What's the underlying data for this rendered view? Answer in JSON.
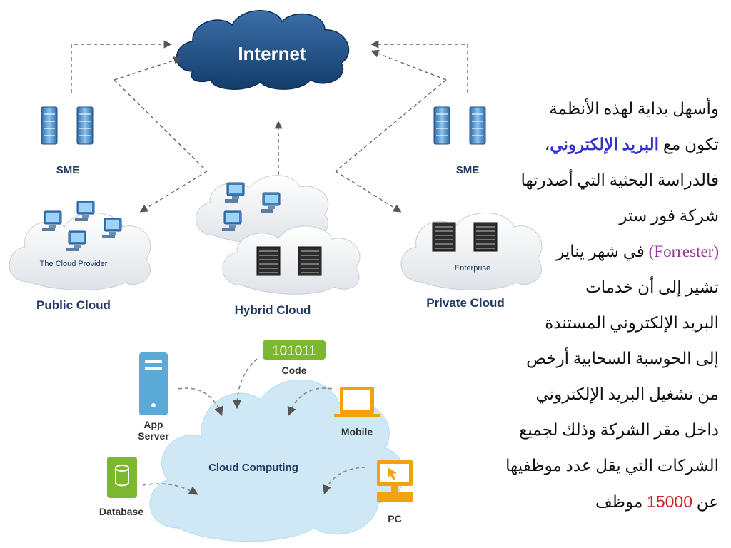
{
  "diagram": {
    "internet_label": "Internet",
    "sme_left_label": "SME",
    "sme_right_label": "SME",
    "cloud_provider_label": "The Cloud Provider",
    "enterprise_label": "Enterprise",
    "public_cloud_label": "Public Cloud",
    "hybrid_cloud_label": "Hybrid Cloud",
    "private_cloud_label": "Private Cloud",
    "code_box_text": "101011",
    "code_label": "Code",
    "app_server_label_1": "App",
    "app_server_label_2": "Server",
    "mobile_label": "Mobile",
    "database_label": "Database",
    "pc_label": "PC",
    "cloud_computing_label": "Cloud Computing",
    "colors": {
      "internet_cloud": "#1d4f86",
      "label_navy": "#1f3864",
      "code_green": "#7cb82f",
      "mobile_orange": "#f2a20c",
      "app_server_blue": "#5aa9d6",
      "big_cloud": "#cfe8f5"
    }
  },
  "text": {
    "line1": "وأسهل بداية لهذه الأنظمة",
    "line2_pre": "تكون مع ",
    "line2_em": "البريد الإلكتروني",
    "line2_post": "،",
    "line3": "فالدراسة البحثية التي أصدرتها",
    "line4": "شركة فور ستر",
    "line5_em": "(Forrester)",
    "line5_post": " في شهر يناير",
    "line6": "تشير إلى أن خدمات",
    "line7": "البريد الإلكتروني المستندة",
    "line8": "إلى الحوسبة السحابية أرخص",
    "line9": "من تشغيل البريد الإلكتروني",
    "line10": "داخل مقر الشركة وذلك لجميع",
    "line11": "الشركات التي يقل عدد موظفيها",
    "line12_pre": "عن ",
    "line12_num": "15000",
    "line12_post": " موظف"
  }
}
